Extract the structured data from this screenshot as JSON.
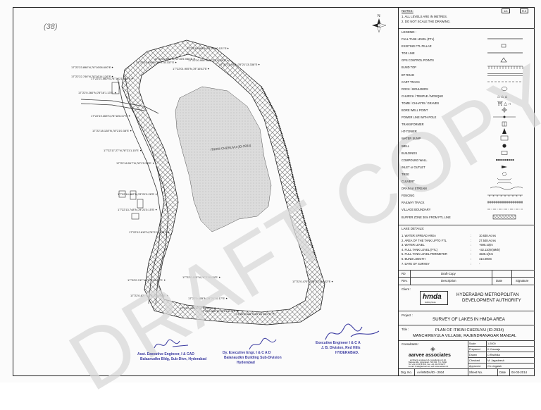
{
  "sheet": {
    "ref_top": "(38)",
    "sheet_ref_box1": "1/4",
    "sheet_ref_box2": "R.0"
  },
  "notes": {
    "heading": "NOTES:",
    "items": [
      "1. ALL LEVELS ARE IN METRES.",
      "2. DO NOT SCALE THE DRAWING."
    ]
  },
  "legend": {
    "heading": "LEGEND :",
    "items": [
      {
        "label": "FULL TANK LEVEL (FTL)",
        "symbol": "line-thin"
      },
      {
        "label": "EXISTING FTL PILLAR",
        "symbol": "pillar-box"
      },
      {
        "label": "TOE LINE",
        "symbol": "line-thin"
      },
      {
        "label": "GPS CONTROL POINTS",
        "symbol": "triangle"
      },
      {
        "label": "BUND TOP",
        "symbol": "hatched-bund"
      },
      {
        "label": "BT ROAD",
        "symbol": "double-line"
      },
      {
        "label": "CART TRACK",
        "symbol": "dashed-line"
      },
      {
        "label": "ROCK / BOULDERS",
        "symbol": "rock"
      },
      {
        "label": "CHURCH / TEMPLE / MOSQUE",
        "symbol": "religious"
      },
      {
        "label": "TOMB / CHHATRI / GRAVES",
        "symbol": "tomb"
      },
      {
        "label": "BORE WELL POINT",
        "symbol": "bore-well"
      },
      {
        "label": "POWER LINE WITH POLE",
        "symbol": "power-line"
      },
      {
        "label": "TRANSFORMER",
        "symbol": "transformer"
      },
      {
        "label": "HT-TOWER",
        "symbol": "ht-tower"
      },
      {
        "label": "WATER SUMP",
        "symbol": "sump"
      },
      {
        "label": "WELL",
        "symbol": "well"
      },
      {
        "label": "BUILDINGS",
        "symbol": "building"
      },
      {
        "label": "COMPOUND WALL",
        "symbol": "wall"
      },
      {
        "label": "INLET or OUTLET",
        "symbol": "inlet"
      },
      {
        "label": "TREE",
        "symbol": "tree"
      },
      {
        "label": "CULVERT",
        "symbol": "culvert"
      },
      {
        "label": "DRAIN or STREAM",
        "symbol": "stream"
      },
      {
        "label": "FENCING",
        "symbol": "fence"
      },
      {
        "label": "RAILWAY TRACK",
        "symbol": "railway"
      },
      {
        "label": "VILLAGE BOUNDARY",
        "symbol": "boundary"
      },
      {
        "label": "BUFFER ZONE 30m FROM FTL LINE",
        "symbol": "buffer"
      }
    ]
  },
  "lake_details": {
    "heading": "LAKE DETAILS:",
    "rows": [
      {
        "label": "1. WATER SPREAD AREA",
        "value": "10.638 Acres"
      },
      {
        "label": "2. AREA OF THE TANK UPTO FTL",
        "value": "27.548 Acres"
      },
      {
        "label": "3. WATER LEVEL",
        "value": "+595.10(m"
      },
      {
        "label": "4. FULL TANK LEVEL (FTL)",
        "value": "+32.110(m)Mslr)"
      },
      {
        "label": "5. FULL TANK LEVEL PERIMETER",
        "value": "1535.1(Km"
      },
      {
        "label": "6. BUND LENGTH",
        "value": "414.000m"
      },
      {
        "label": "7. DATE OF SURVEY",
        "value": "-"
      }
    ]
  },
  "revision": {
    "row1": {
      "no": "R0",
      "desc": "Draft-Copy",
      "date": "",
      "sig": ""
    },
    "headers": [
      "Rev.",
      "Description",
      "Date",
      "Signature"
    ]
  },
  "client": {
    "label": "Client :",
    "logo_text": "hmda",
    "logo_sub": "building future",
    "name_line1": "HYDERABAD METROPOLITAN",
    "name_line2": "DEVELOPMENT AUTHORITY"
  },
  "project": {
    "label": "Project :",
    "name": "SURVEY OF LAKES IN HMDA AREA"
  },
  "title": {
    "label": "Title :",
    "line1": "PLAN OF ITIKINI CHERUVU (ID-2934)",
    "line2": "MANCHIREVULA VILLAGE, RAJENDRANAGAR MANDAL"
  },
  "consultants": {
    "label": "Consultants :",
    "firm": "aarvee associates",
    "firm_sub": "architects engineers & consultants pvt.ltd.",
    "addr1": "Banjara Hills, Hyderabad - 500 034, T.G. INDIA",
    "addr2": "Tel: +91 40 23737633, Fax: +91 40 23736277",
    "addr3": "E-mail: hmda@aarvee.net, web: www.aarvee.net"
  },
  "meta_table": [
    {
      "k": "Scale",
      "v": "1:2000"
    },
    {
      "k": "Prepared",
      "v": "K.Yesuraju"
    },
    {
      "k": "Drawn",
      "v": "D.Radhika"
    },
    {
      "k": "Checked",
      "v": "M. Jagadeesh"
    },
    {
      "k": "Approved",
      "v": "Ch.Lingaiah"
    }
  ],
  "drawing_no": {
    "label": "Drg. No.",
    "value": "AA/HMDA/ID - 2934",
    "sheet_label": "Sheet No.",
    "sheet_value": "",
    "date_label": "Date",
    "date_value": "04-03-2014"
  },
  "signatures": [
    {
      "line1": "Asst. Executive Engineer, I & CAD",
      "line2": "Balaanudkn Bldg, Sub-Divn, Hyderabad"
    },
    {
      "line1": "Dy. Executive Engr. I & C A D",
      "line2": "Balanaudkn Building Sub-Division",
      "line3": "Hyderabad"
    },
    {
      "line1": "Executive Engineer I & C A",
      "line2": "J. B. Division, Red Hills",
      "line3": "HYDERABAD."
    }
  ],
  "map": {
    "north_label": "N",
    "lake_label": "ITIKINI CHERUVU (ID-2934)",
    "watermark": "DRAFT COPY",
    "coords": [
      "17°22'23.898\"N,78°16'08.600\"E",
      "17°22'22.746\"N,78°16'14.126\"E",
      "17°22'21.560\"N,78°16'21.038\"E",
      "17°22'23.629\"N,78°21'8.337\"E",
      "17°22'20.638\"N,78°16'5.980\"E",
      "17°22'19.683\"N,78°21'10.121\"E",
      "17°22'20.908\"N,78°21'11.28\"E",
      "17°22'22.44\"N,78°21'13.338\"E",
      "17°22'01.905\"N,78°16'42\"E",
      "17°22'0.260\"N,78°16'1.13\"E",
      "17°22'19.263\"N,78°18'6.07\"E",
      "17°22'18.128\"N,78°21'0.38\"E",
      "17°22'17.27\"N,78°21'1.15\"E",
      "17°22'18.517\"N,78°1'5.38\"E",
      "17°22'14.882\"N,78°21'0.28\"E",
      "17°22'13.748\"N,78°21'0.15\"E",
      "17°22'12.612\"N,78°21'0.138\"E",
      "17°22'0.925\"N,78°21'0.09\"E",
      "17°22'0.747\"N,78°21'0.22\"E",
      "17°22'0.827\"N,78°21'0.35\"E",
      "17°22'0.405\"N,78°21'10.17\"E",
      "17°22'0.406\"N,78°21'11.2\"E",
      "17°22'0.470\"N,78°21'18.032\"E",
      "17°22'0.442\"N,78°21'12.81\"E",
      "17°22'0.420\"N,78°21'13.0\"E"
    ]
  },
  "colors": {
    "lake_fill": "#d8d8d8",
    "hatch": "#333333",
    "sig_blue": "#3a3aa0",
    "line": "#222222"
  }
}
